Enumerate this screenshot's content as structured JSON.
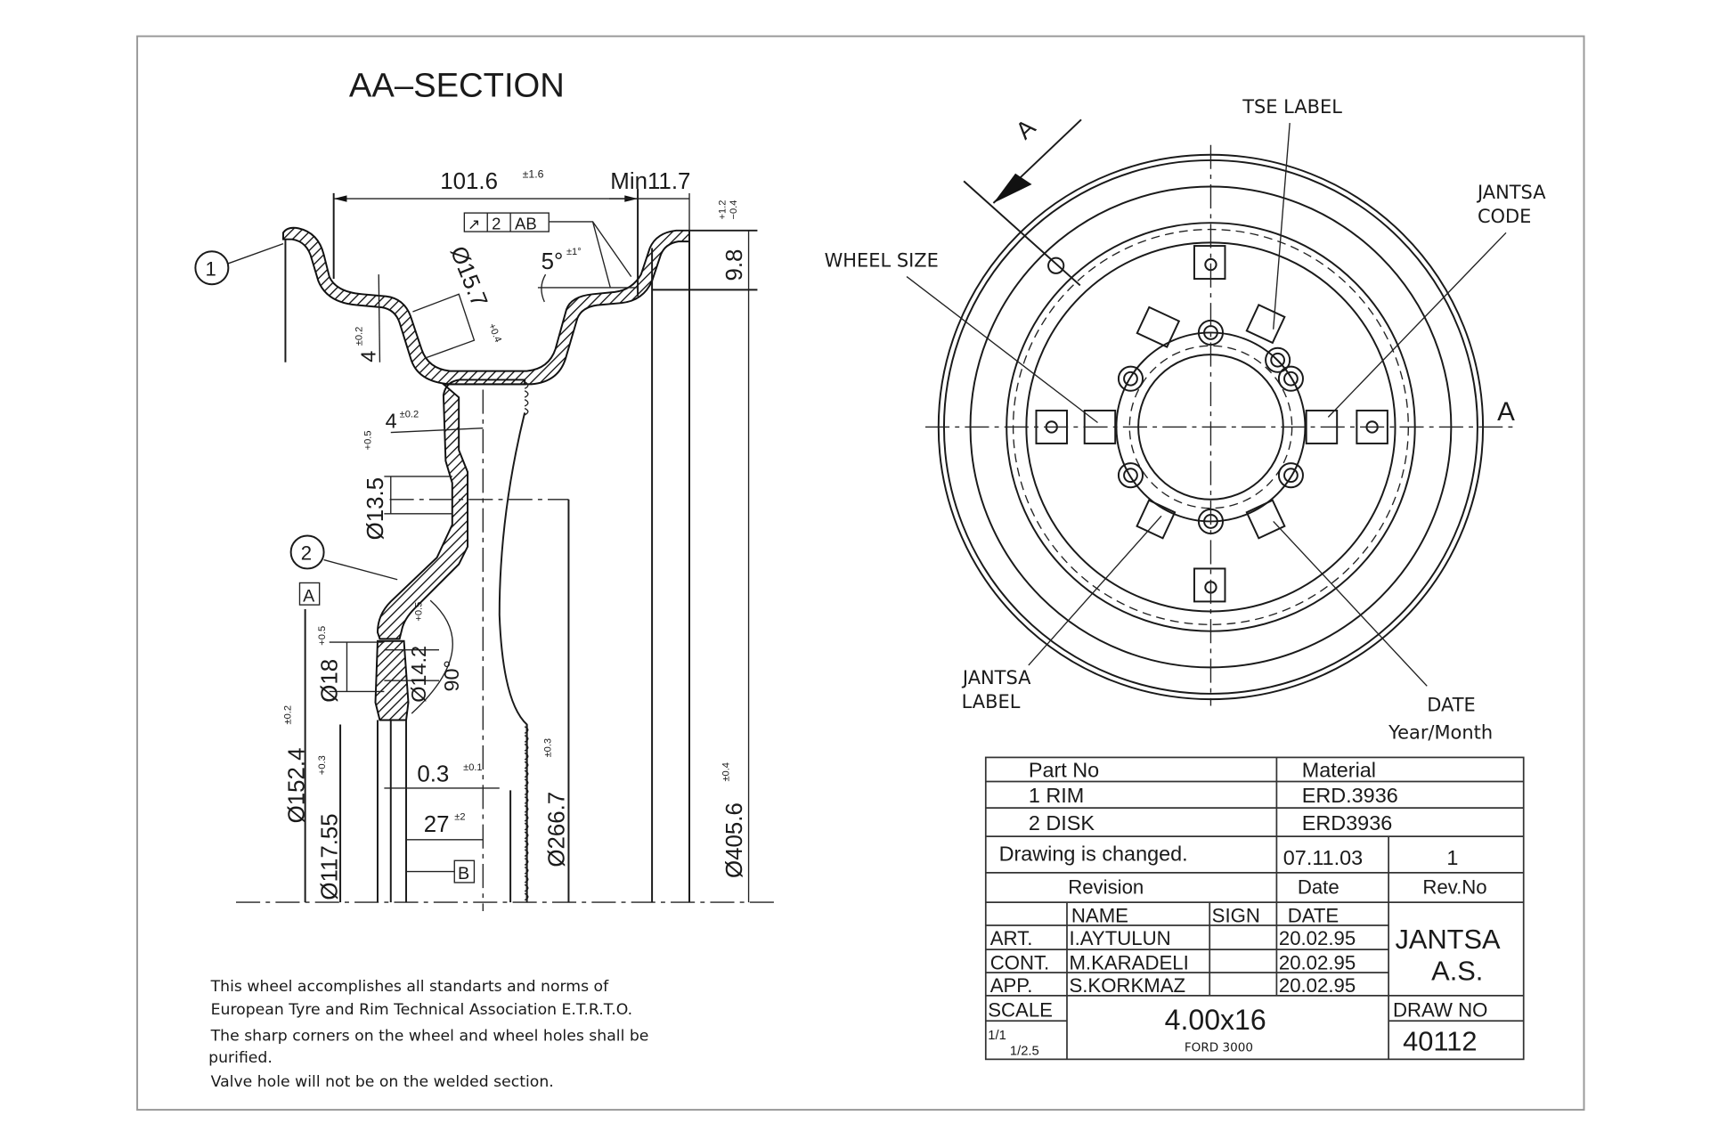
{
  "drawing": {
    "section_title": "AA–SECTION",
    "balloons": [
      "1",
      "2"
    ],
    "datum_labels": [
      "A",
      "B"
    ],
    "section_marker": "A",
    "dimensions": {
      "width": {
        "value": "101.6",
        "tol": "±1.6"
      },
      "min_flange": {
        "value": "Min11.7"
      },
      "flange_height": {
        "value": "9.8",
        "tol_plus": "+1.2",
        "tol_minus": "−0.4"
      },
      "runout": {
        "symbol": "↗",
        "value": "2",
        "datum": "AB"
      },
      "angle": {
        "value": "5°",
        "tol": "±1°"
      },
      "well_dia": {
        "value": "Ø15.7",
        "tol": "+0.4"
      },
      "rim_thickness": {
        "value": "4",
        "tol": "±0.2"
      },
      "disc_thickness": {
        "value": "4",
        "tol": "±0.2"
      },
      "hole_dia": {
        "value": "Ø13.5",
        "tol": "+0.5"
      },
      "seat_dia": {
        "value": "Ø18",
        "tol": "+0.5"
      },
      "bolt_hole": {
        "value": "Ø14.2",
        "tol": "+0.5"
      },
      "countersink": {
        "value": "90°"
      },
      "offset_small": {
        "value": "0.3",
        "tol": "±0.1"
      },
      "offset": {
        "value": "27",
        "tol": "±2"
      },
      "pcd": {
        "value": "Ø152.4",
        "tol": "±0.2"
      },
      "center_bore": {
        "value": "Ø117.55",
        "tol": "+0.3"
      },
      "disc_dia": {
        "value": "Ø266.7",
        "tol": "±0.3"
      },
      "rim_dia": {
        "value": "Ø405.6",
        "tol": "±0.4"
      }
    },
    "callouts": {
      "tse_label": "TSE LABEL",
      "jantsa_code": [
        "JANTSA",
        "CODE"
      ],
      "wheel_size": "WHEEL SIZE",
      "jantsa_label": [
        "JANTSA",
        "LABEL"
      ],
      "date": [
        "DATE",
        "Year/Month"
      ]
    },
    "notes": [
      "This wheel accomplishes all standarts and norms of",
      "European Tyre and Rim Technical Association E.T.R.T.O.",
      "The sharp corners on the wheel and wheel holes shall be",
      "purified.",
      "Valve hole will not be on the welded section."
    ]
  },
  "title_block": {
    "parts_header": {
      "part_no": "Part No",
      "material": "Material"
    },
    "parts": [
      {
        "part": "1  RIM",
        "material": "ERD.3936"
      },
      {
        "part": "2  DISK",
        "material": "ERD3936"
      }
    ],
    "revision": {
      "text": "Drawing is changed.",
      "date": "07.11.03",
      "rev_no": "1"
    },
    "revision_header": {
      "revision": "Revision",
      "date": "Date",
      "rev_no": "Rev.No"
    },
    "sign_header": {
      "name": "NAME",
      "sign": "SIGN",
      "date": "DATE"
    },
    "signatures": [
      {
        "role": "ART.",
        "name": "I.AYTULUN",
        "sign": "",
        "date": "20.02.95"
      },
      {
        "role": "CONT.",
        "name": "M.KARADELI",
        "sign": "",
        "date": "20.02.95"
      },
      {
        "role": "APP.",
        "name": "S.KORKMAZ",
        "sign": "",
        "date": "20.02.95"
      }
    ],
    "company": [
      "JANTSA",
      "A.S."
    ],
    "scale_label": "SCALE",
    "scale_values": [
      "1/1",
      "1/2.5"
    ],
    "wheel_size": "4.00x16",
    "model": "FORD 3000",
    "draw_no_label": "DRAW NO",
    "draw_no": "40112"
  }
}
